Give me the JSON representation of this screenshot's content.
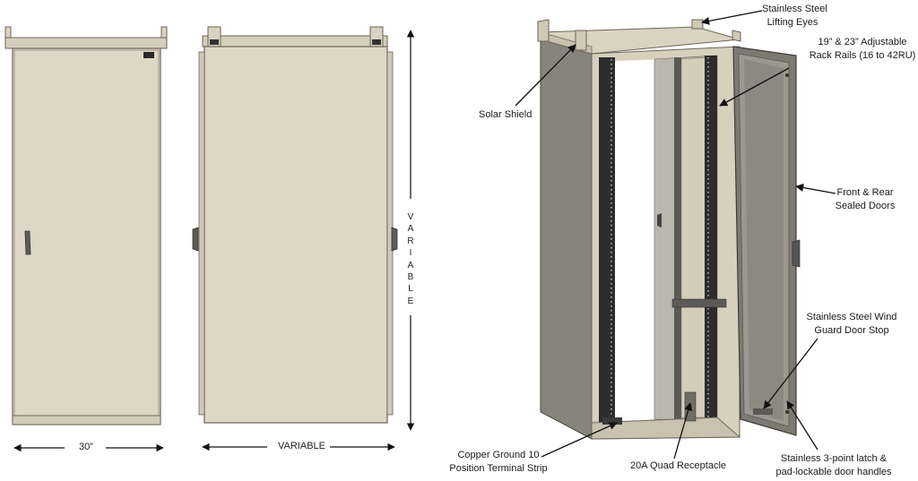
{
  "dimensions": {
    "front_width": "30”",
    "side_width": "VARIABLE",
    "height_letters": [
      "V",
      "A",
      "R",
      "I",
      "A",
      "B",
      "L",
      "E"
    ]
  },
  "callouts": {
    "lifting_eyes": [
      "Stainless Steel",
      "Lifting Eyes"
    ],
    "rack_rails": [
      "19” & 23” Adjustable",
      "Rack Rails (16 to 42RU)"
    ],
    "solar_shield": [
      "Solar Shield"
    ],
    "doors": [
      "Front & Rear",
      "Sealed Doors"
    ],
    "door_stop": [
      "Stainless Steel Wind",
      "Guard Door Stop"
    ],
    "terminal_strip": [
      "Copper Ground 10",
      "Position Terminal Strip"
    ],
    "receptacle": [
      "20A Quad Receptacle"
    ],
    "latch": [
      "Stainless 3-point latch &",
      "pad-lockable door handles"
    ]
  },
  "colors": {
    "panel": "#dcd6c4",
    "panel_edge": "#6b6658",
    "dark_panel": "#8c8a80",
    "interior": "#b9b8ae",
    "rail": "#3a3a3a"
  }
}
